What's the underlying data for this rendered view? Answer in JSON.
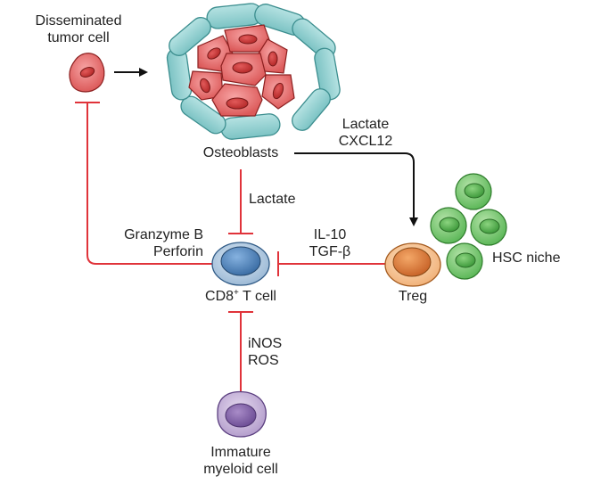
{
  "labels": {
    "disseminated_line1": "Disseminated",
    "disseminated_line2": "tumor cell",
    "osteoblasts": "Osteoblasts",
    "lactate_cxcl12_line1": "Lactate",
    "lactate_cxcl12_line2": "CXCL12",
    "lactate": "Lactate",
    "granzyme_line1": "Granzyme B",
    "granzyme_line2": "Perforin",
    "il10": "IL-10",
    "tgfb": "TGF-β",
    "cd8_prefix": "CD8",
    "cd8_sup": "+",
    "cd8_suffix": " T cell",
    "treg": "Treg",
    "hsc_niche": "HSC niche",
    "inos": "iNOS",
    "ros": "ROS",
    "immature_line1": "Immature",
    "immature_line2": "myeloid cell"
  },
  "colors": {
    "inhibition": "#e0333a",
    "activation": "#111111",
    "tumor_cell": "#e86a6a",
    "osteoblast": "#8ccfd0",
    "cd8_t_cell": "#5a8fc4",
    "treg": "#e8954a",
    "hsc": "#6cc46a",
    "myeloid": "#a48bc0"
  }
}
